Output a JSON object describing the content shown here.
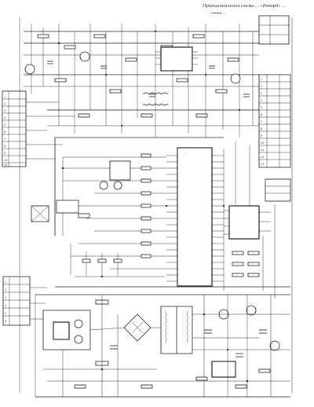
{
  "header": {
    "title": "Принципиальная схема ... «Рекорд» ...",
    "subtitle": "схема ..."
  },
  "main_ic": {
    "label": "..."
  },
  "left_table": {
    "rows": [
      "1",
      "2",
      "3",
      "4",
      "5",
      "6",
      "7",
      "8",
      "9",
      "10",
      "11"
    ]
  },
  "right_table": {
    "rows": [
      "1",
      "2",
      "3",
      "4",
      "5",
      "6",
      "7",
      "8",
      "9",
      "10",
      "11",
      "12",
      "13"
    ]
  },
  "lower_left_table": {
    "rows": [
      "1",
      "2",
      "3",
      "4",
      "5",
      "6"
    ]
  }
}
